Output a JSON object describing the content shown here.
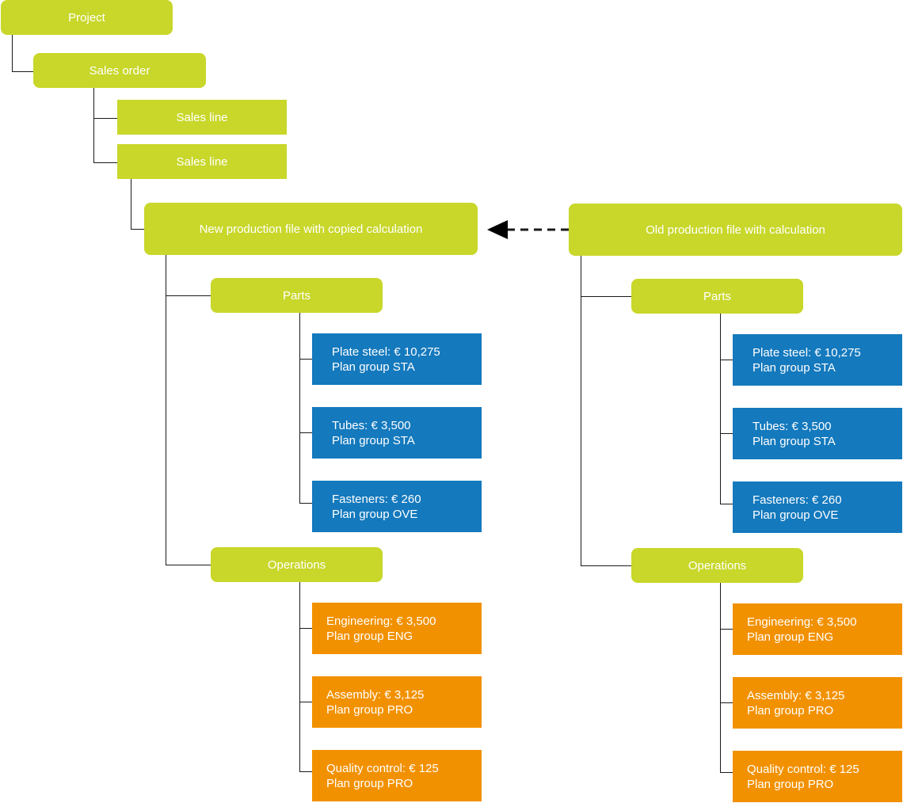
{
  "colors": {
    "green": "#c8d72a",
    "blue": "#1479bd",
    "orange": "#f29100",
    "line": "#1a1a1a"
  },
  "project": "Project",
  "sales_order": "Sales order",
  "sales_lines": [
    "Sales line",
    "Sales line"
  ],
  "new_file": {
    "title": "New production file with copied calculation",
    "parts_label": "Parts",
    "parts": [
      {
        "line1": "Plate steel: € 10,275",
        "line2": "Plan group STA"
      },
      {
        "line1": "Tubes: € 3,500",
        "line2": "Plan group STA"
      },
      {
        "line1": "Fasteners: € 260",
        "line2": "Plan group OVE"
      }
    ],
    "operations_label": "Operations",
    "operations": [
      {
        "line1": "Engineering: € 3,500",
        "line2": "Plan group ENG"
      },
      {
        "line1": "Assembly: € 3,125",
        "line2": "Plan group PRO"
      },
      {
        "line1": "Quality control: € 125",
        "line2": "Plan group PRO"
      }
    ]
  },
  "old_file": {
    "title": "Old production file with calculation",
    "parts_label": "Parts",
    "parts": [
      {
        "line1": "Plate steel: € 10,275",
        "line2": "Plan group STA"
      },
      {
        "line1": "Tubes: € 3,500",
        "line2": "Plan group STA"
      },
      {
        "line1": "Fasteners: € 260",
        "line2": "Plan group OVE"
      }
    ],
    "operations_label": "Operations",
    "operations": [
      {
        "line1": "Engineering: € 3,500",
        "line2": "Plan group ENG"
      },
      {
        "line1": "Assembly: € 3,125",
        "line2": "Plan group PRO"
      },
      {
        "line1": "Quality control: € 125",
        "line2": "Plan group PRO"
      }
    ]
  }
}
